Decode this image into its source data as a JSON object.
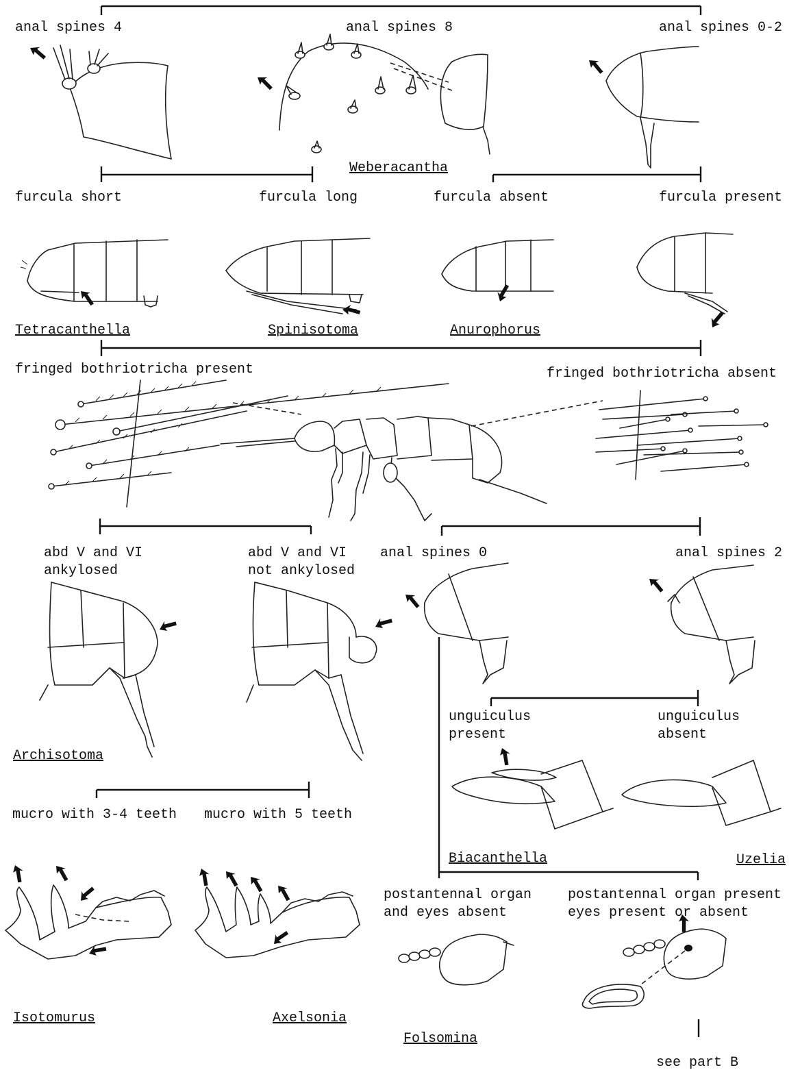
{
  "couplets": {
    "c1_left": "anal spines 4",
    "c1_mid": "anal spines 8",
    "c1_right": "anal spines 0-2",
    "c2_left": "furcula short",
    "c2_right": "furcula long",
    "c3_left": "furcula absent",
    "c3_right": "furcula present",
    "c4_left": "fringed bothriotricha present",
    "c4_right": "fringed bothriotricha absent",
    "c5_left_1": "abd V and VI",
    "c5_left_2": "ankylosed",
    "c5_right_1": "abd V and VI",
    "c5_right_2": "not ankylosed",
    "c6_left": "anal spines 0",
    "c6_right": "anal spines 2",
    "c7_left_1": "unguiculus",
    "c7_left_2": "present",
    "c7_right_1": "unguiculus",
    "c7_right_2": "absent",
    "c8_left": "mucro with 3-4 teeth",
    "c8_right": "mucro with 5 teeth",
    "c9_left_1": "postantennal organ",
    "c9_left_2": "and eyes absent",
    "c9_right_1": "postantennal organ present",
    "c9_right_2": "eyes present or absent"
  },
  "taxa": {
    "weberacantha": "Weberacantha",
    "tetracanthella": "Tetracanthella",
    "spinisotoma": "Spinisotoma",
    "anurophorus": "Anurophorus",
    "archisotoma": "Archisotoma",
    "biacanthella": "Biacanthella",
    "uzelia": "Uzelia",
    "isotomurus": "Isotomurus",
    "axelsonia": "Axelsonia",
    "folsomina": "Folsomina"
  },
  "footer": "see part B"
}
